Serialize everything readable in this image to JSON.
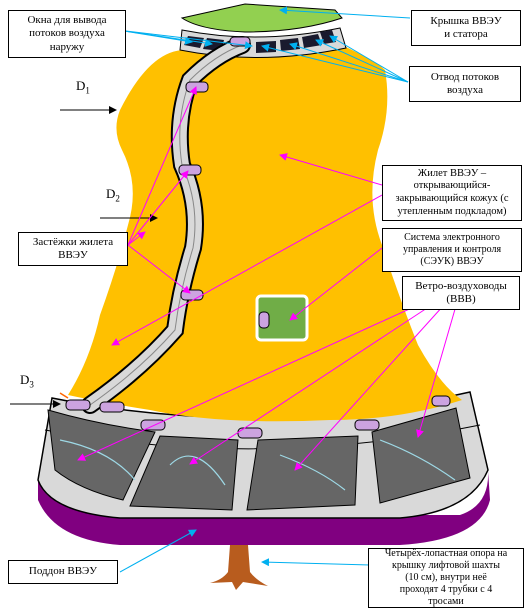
{
  "colors": {
    "vest": "#FFC000",
    "tray": "#800080",
    "lid": "#92D050",
    "panel": "#666666",
    "ring": "#D9D9D9",
    "clasp": "#CCA3E0",
    "arrow_cyan": "#00B0F0",
    "arrow_magenta": "#FF00FF",
    "support": "#B85C1E"
  },
  "labels": {
    "air_outlet_windows": "Окна для вывода\nпотоков воздуха\nнаружу",
    "lid": "Крышка ВВЭУ\nи статора",
    "air_exhaust": "Отвод потоков\nвоздуха",
    "vest": "Жилет ВВЭУ –\nоткрывающийся-\nзакрывающийся кожух (с\nутепленным подкладом)",
    "clasps": "Застёжки жилета\nВВЭУ",
    "control_system": "Система электронного\nуправления и контроля\n(СЭУК) ВВЭУ",
    "wind_ducts": "Ветро-воздуховоды\n(ВВВ)",
    "tray": "Поддон ВВЭУ",
    "support": "Четырёх-лопастная опора на\nкрышку лифтовой шахты\n(10 см), внутри неё\nпроходят 4 трубки с 4\nтросами"
  },
  "dims": {
    "d1": {
      "letter": "D",
      "sub": "1"
    },
    "d2": {
      "letter": "D",
      "sub": "2"
    },
    "d3": {
      "letter": "D",
      "sub": "3"
    }
  }
}
